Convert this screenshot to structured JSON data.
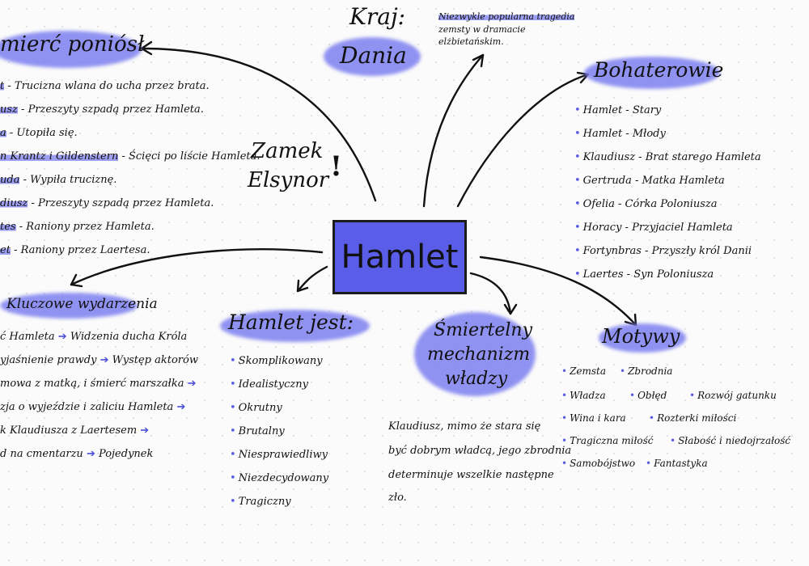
{
  "center": "Hamlet",
  "setting": {
    "line1": "Zamek",
    "line2": "Elsynor",
    "mark": "!"
  },
  "country": {
    "label": "Kraj:",
    "value": "Dania"
  },
  "genre_note": [
    "Niezwykle popularna tragedia",
    "zemsty w dramacie",
    "elżbietańskim."
  ],
  "deaths": {
    "title": "mierć poniósł",
    "items": [
      {
        "who": "t",
        "what": "- Trucizna wlana do ucha przez brata."
      },
      {
        "who": "usz",
        "what": "- Przeszyty szpadą przez Hamleta."
      },
      {
        "who": "a",
        "what": "- Utopiła się."
      },
      {
        "who": "n Krantz i Gildenstern",
        "what": "- Ścięci po liście Hamleta."
      },
      {
        "who": "uda",
        "what": "- Wypiła truciznę."
      },
      {
        "who": "diusz",
        "what": "- Przeszyty szpadą przez Hamleta."
      },
      {
        "who": "tes",
        "what": "- Raniony przez Hamleta."
      },
      {
        "who": "et",
        "what": "- Raniony przez Laertesa."
      }
    ]
  },
  "heroes": {
    "title": "Bohaterowie",
    "items": [
      "Hamlet - Stary",
      "Hamlet - Młody",
      "Klaudiusz - Brat starego Hamleta",
      "Gertruda - Matka Hamleta",
      "Ofelia - Córka Poloniusza",
      "Horacy - Przyjaciel Hamleta",
      "Fortynbras - Przyszły król Danii",
      "Laertes - Syn Poloniusza"
    ]
  },
  "events": {
    "title": "Kluczowe wydarzenia",
    "items": [
      {
        "a": "ć Hamleta",
        "b": "Widzenia ducha Króla"
      },
      {
        "a": "yjaśnienie prawdy",
        "b": "Występ aktorów"
      },
      {
        "a": "mowa z matką, i śmierć marszałka",
        "b": ""
      },
      {
        "a": "zja o wyjeździe i zaliciu Hamleta",
        "b": ""
      },
      {
        "a": "k Klaudiusza z Laertesem",
        "b": ""
      },
      {
        "a": "d na cmentarzu",
        "b": "Pojedynek"
      }
    ]
  },
  "hamlet_is": {
    "title": "Hamlet jest:",
    "items": [
      "Skomplikowany",
      "Idealistyczny",
      "Okrutny",
      "Brutalny",
      "Niesprawiedliwy",
      "Niezdecydowany",
      "Tragiczny"
    ]
  },
  "power": {
    "title_lines": [
      "Śmiertelny",
      "mechanizm",
      "władzy"
    ],
    "text_lines": [
      "Klaudiusz, mimo że stara się",
      "być dobrym władcą, jego zbrodnia",
      "determinuje wszelkie następne",
      "zło."
    ]
  },
  "motifs": {
    "title": "Motywy",
    "rows": [
      [
        "Zemsta",
        "Zbrodnia"
      ],
      [
        "Władza",
        "Obłęd",
        "Rozwój gatunku"
      ],
      [
        "Wina i kara",
        "Rozterki miłości"
      ],
      [
        "Tragiczna miłość",
        "Słabość i niedojrzałość"
      ],
      [
        "Samobójstwo",
        "Fantastyka"
      ]
    ]
  },
  "colors": {
    "accent": "#7d80f0",
    "box": "#5a5de8",
    "ink": "#111111"
  }
}
